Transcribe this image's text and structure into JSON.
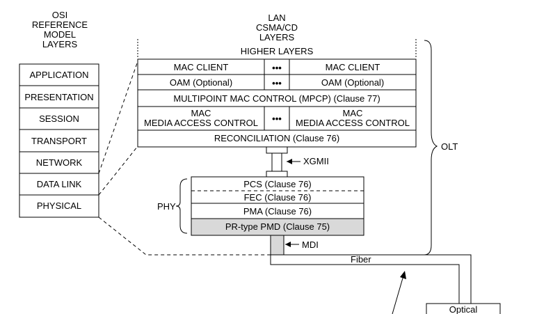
{
  "osi": {
    "heading": [
      "OSI",
      "REFERENCE",
      "MODEL",
      "LAYERS"
    ],
    "layers": [
      "APPLICATION",
      "PRESENTATION",
      "SESSION",
      "TRANSPORT",
      "NETWORK",
      "DATA LINK",
      "PHYSICAL"
    ]
  },
  "lan": {
    "heading": [
      "LAN",
      "CSMA/CD",
      "LAYERS"
    ],
    "higher_layers": "HIGHER LAYERS",
    "mac_client": "MAC CLIENT",
    "oam": "OAM (Optional)",
    "ellipsis": "•••",
    "mpcp": "MULTIPOINT MAC CONTROL (MPCP) (Clause 77)",
    "mac_line1": "MAC",
    "mac_line2": "MEDIA ACCESS CONTROL",
    "reconciliation": "RECONCILIATION (Clause 76)"
  },
  "phy": {
    "label": "PHY",
    "pcs": "PCS (Clause 76)",
    "fec": "FEC (Clause 76)",
    "pma": "PMA (Clause 76)",
    "pmd": "PR-type PMD (Clause 75)"
  },
  "labels": {
    "xgmii": "XGMII",
    "mdi": "MDI",
    "olt": "OLT",
    "fiber": "Fiber",
    "optical": "Optical"
  }
}
